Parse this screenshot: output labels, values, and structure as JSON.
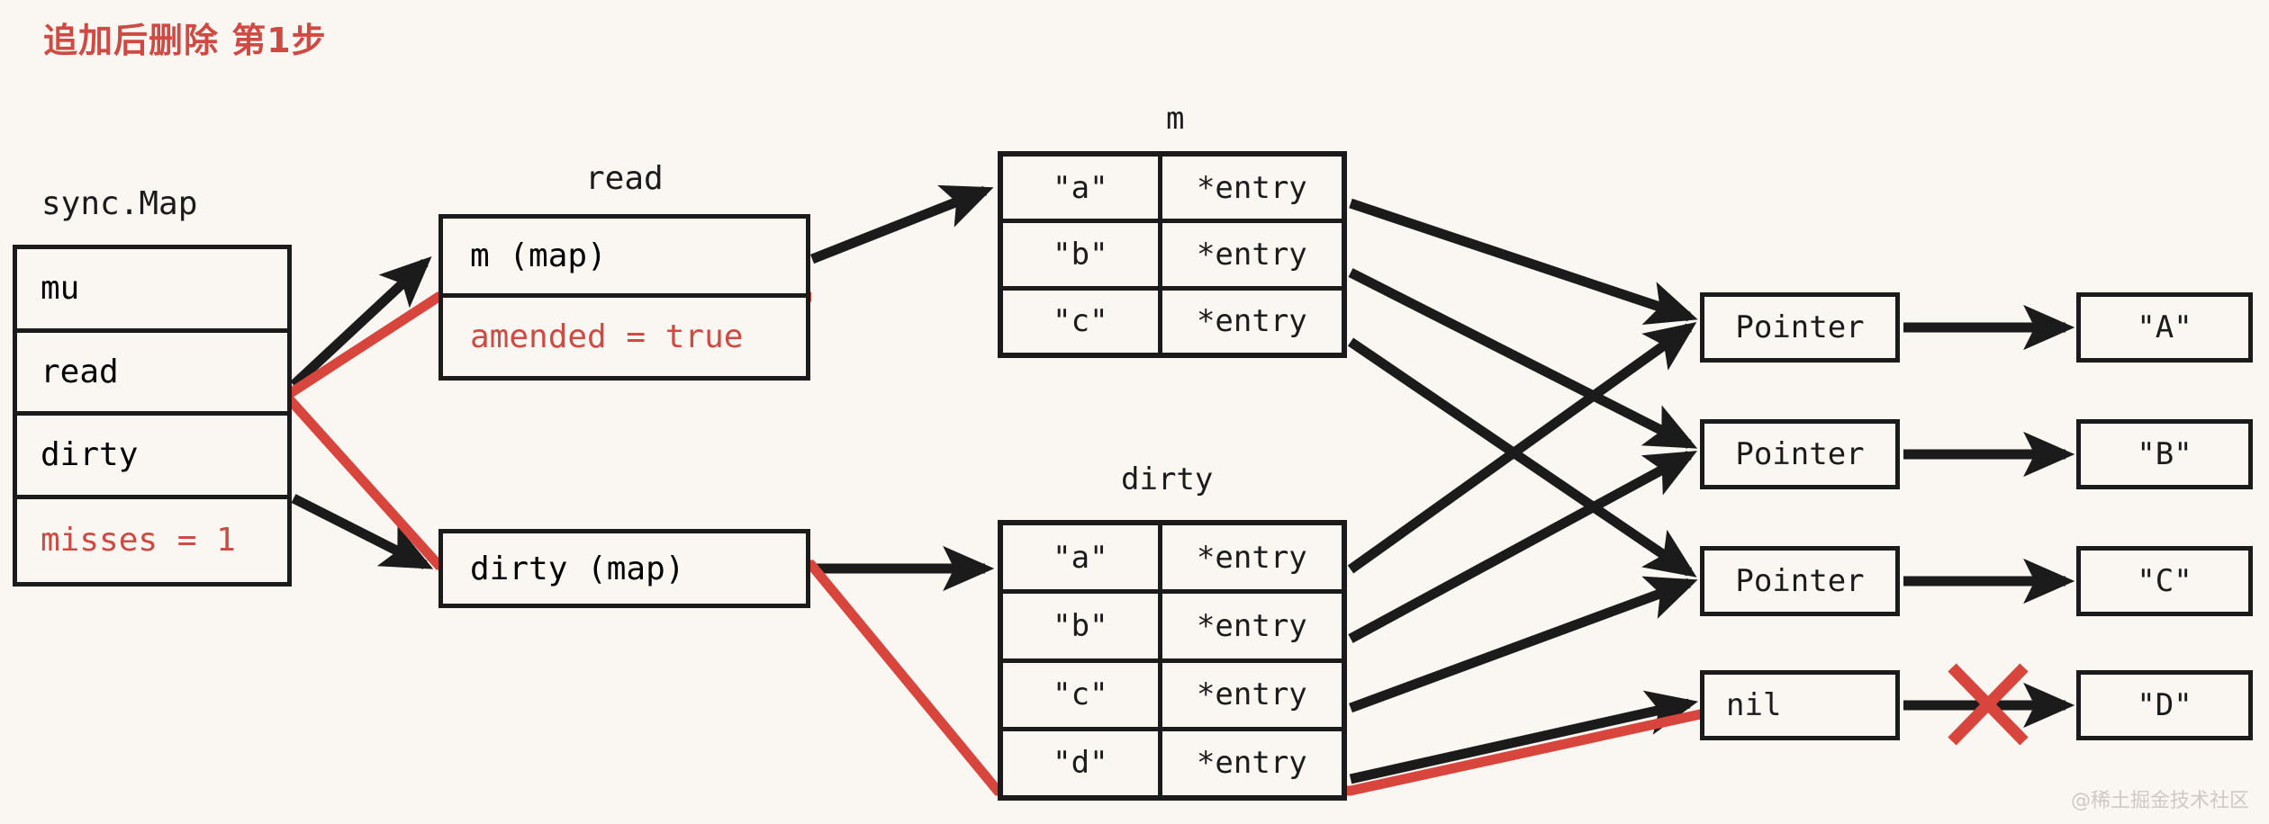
{
  "title": "追加后删除  第1步",
  "watermark": "@稀土掘金技术社区",
  "colors": {
    "background": "#faf6f2",
    "ink": "#1b1b1b",
    "accent_red": "#cf4a43"
  },
  "sync_map": {
    "label": "sync.Map",
    "fields": [
      {
        "name": "mu"
      },
      {
        "name": "read"
      },
      {
        "name": "dirty"
      },
      {
        "name": "misses = 1"
      }
    ]
  },
  "read_struct": {
    "label": "read",
    "fields": [
      {
        "name": "m (map)"
      },
      {
        "name": "amended = true"
      }
    ]
  },
  "dirty_struct": {
    "label": "dirty (map)"
  },
  "m_table": {
    "label": "m",
    "rows": [
      {
        "key": "\"a\"",
        "value": "*entry"
      },
      {
        "key": "\"b\"",
        "value": "*entry"
      },
      {
        "key": "\"c\"",
        "value": "*entry"
      }
    ]
  },
  "dirty_table": {
    "label": "dirty",
    "rows": [
      {
        "key": "\"a\"",
        "value": "*entry"
      },
      {
        "key": "\"b\"",
        "value": "*entry"
      },
      {
        "key": "\"c\"",
        "value": "*entry"
      },
      {
        "key": "\"d\"",
        "value": "*entry"
      }
    ]
  },
  "entries": [
    {
      "pointer": "Pointer",
      "value": "\"A\"",
      "broken": false
    },
    {
      "pointer": "Pointer",
      "value": "\"B\"",
      "broken": false
    },
    {
      "pointer": "Pointer",
      "value": "\"C\"",
      "broken": false
    },
    {
      "pointer": "nil",
      "value": "\"D\"",
      "broken": true
    }
  ],
  "marks": {
    "broken_link": "x-mark"
  }
}
